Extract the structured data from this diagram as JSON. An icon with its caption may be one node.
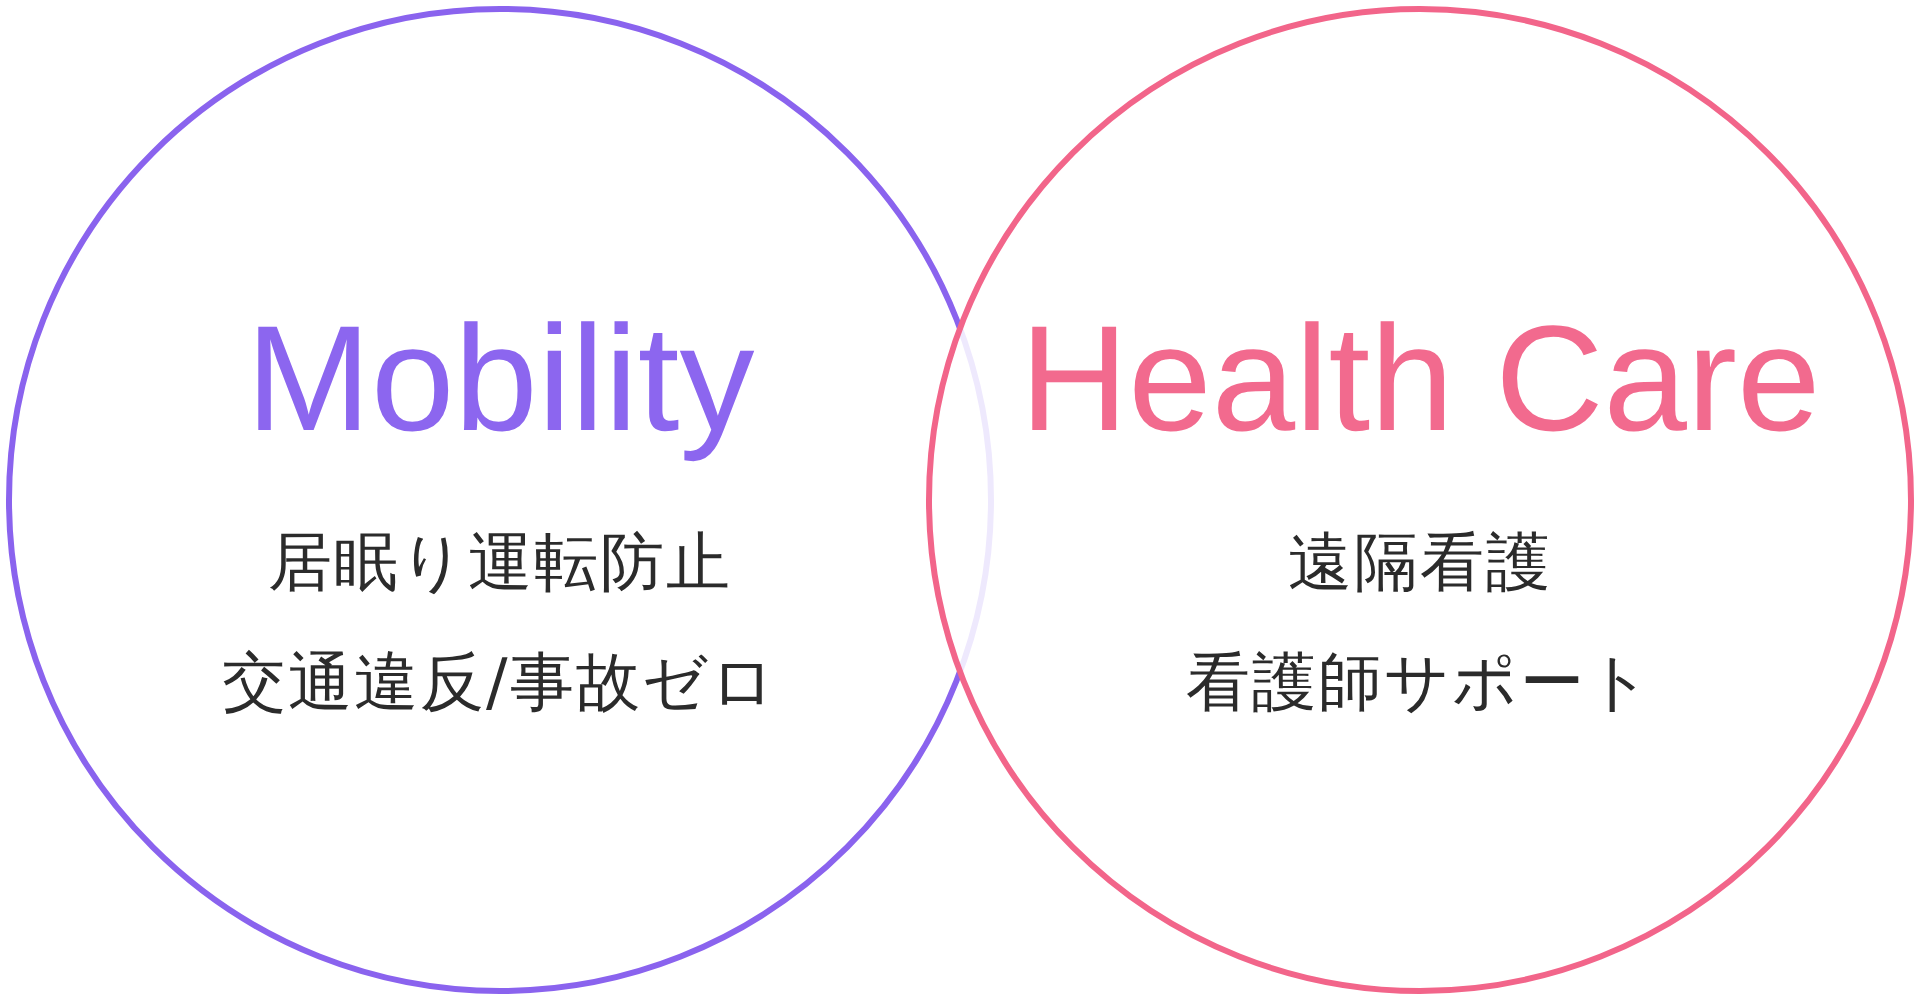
{
  "diagram": {
    "nodes": [
      {
        "text": [
          "Mobility",
          "居眠り運転防止",
          "交通違反/事故ゼロ"
        ]
      },
      {
        "text": [
          "Health Care",
          "遠隔看護",
          "看護師サポート"
        ]
      }
    ]
  }
}
